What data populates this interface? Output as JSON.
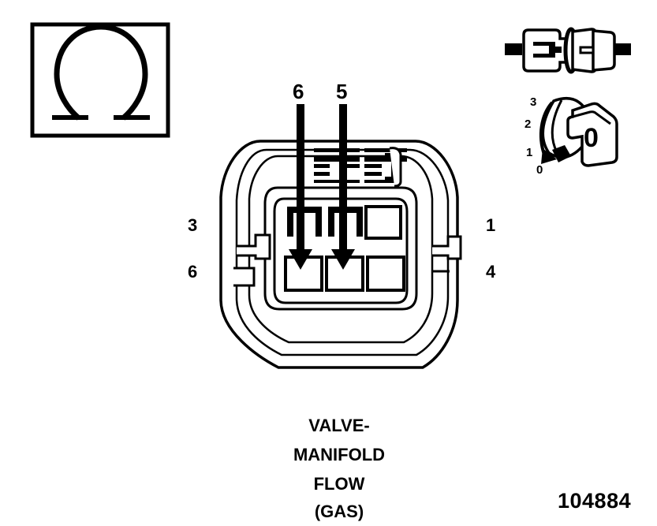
{
  "diagram": {
    "title_lines": [
      "VALVE-",
      "MANIFOLD",
      "FLOW",
      "(GAS)"
    ],
    "part_number": "104884",
    "symbol_box": {
      "symbol": "omega-resistance-symbol",
      "glyph": "Ω"
    },
    "connector": {
      "type": "6-way-connector-face-view",
      "cavity_rows": 2,
      "cavity_columns": 3,
      "pin_labels": {
        "top_left": "3",
        "bottom_left": "6",
        "top_right": "1",
        "bottom_right": "4"
      }
    },
    "callout_arrows": [
      {
        "label": "6",
        "target": "bottom-left-cavity"
      },
      {
        "label": "5",
        "target": "bottom-center-cavity"
      }
    ],
    "keying_indicator": {
      "scale": [
        "3",
        "2",
        "1",
        "0"
      ],
      "selected": "0"
    },
    "colors": {
      "line": "#000000",
      "background": "#ffffff"
    }
  }
}
